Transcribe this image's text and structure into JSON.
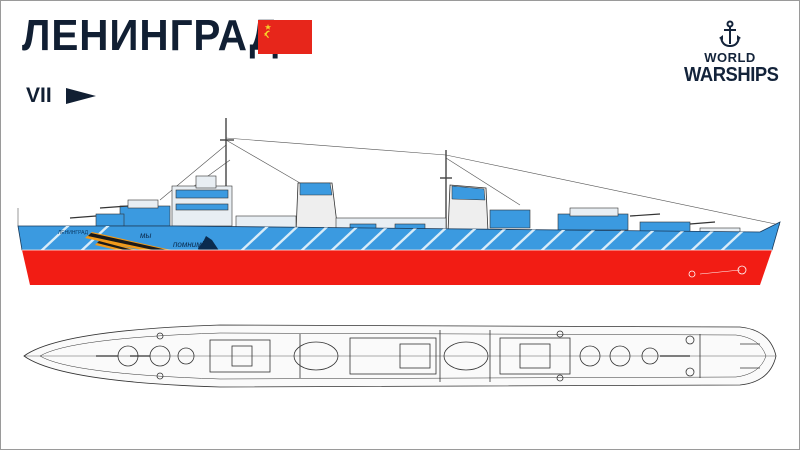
{
  "ship": {
    "name": "ЛЕНИНГРАД",
    "tier": "VII",
    "class_icon": "destroyer-triangle-icon",
    "nation_flag": "ussr-flag-icon",
    "hull_name": "ЛЕНИНГРАД",
    "slogan_line1": "мы",
    "slogan_line2": "помним!"
  },
  "logo": {
    "line1": "WORLD",
    "line2": "WARSHIPS",
    "icon": "anchor-icon"
  },
  "colors": {
    "hull_blue": "#3b9ae0",
    "hull_red": "#f21c14",
    "camo_stripe": "#d9ecf8",
    "flag_red": "#e7261b",
    "text_dark": "#111f33"
  }
}
